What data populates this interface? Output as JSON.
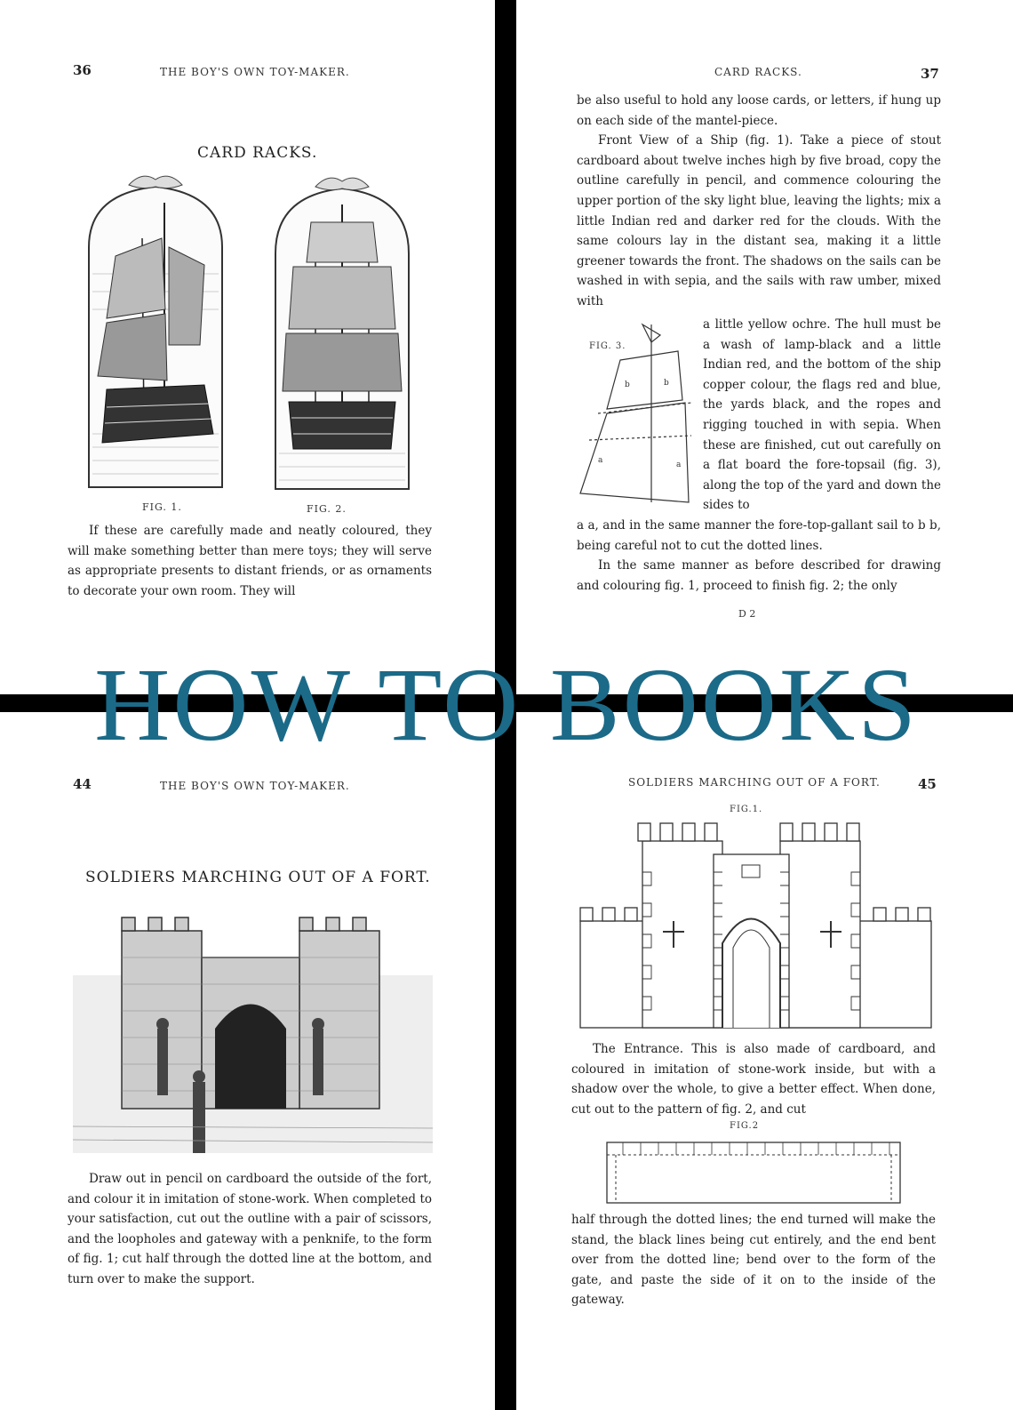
{
  "banner": {
    "title": "HOW TO BOOKS"
  },
  "pages": {
    "top_left": {
      "page_number": "36",
      "running_head": "THE BOY'S OWN TOY-MAKER.",
      "section_title": "CARD RACKS.",
      "fig1_caption": "FIG. 1.",
      "fig2_caption": "FIG. 2.",
      "body": "If these are carefully made and neatly coloured, they will make something better than mere toys; they will serve as appropriate presents to distant friends, or as ornaments to decorate your own room. They will"
    },
    "top_right": {
      "page_number": "37",
      "running_head": "CARD RACKS.",
      "body_top": "be also useful to hold any loose cards, or letters, if hung up on each side of the mantel-piece.",
      "body_para2": "Front View of a Ship (fig. 1). Take a piece of stout cardboard about twelve inches high by five broad, copy the outline carefully in pencil, and commence colouring the upper portion of the sky light blue, leaving the lights; mix a little Indian red and darker red for the clouds. With the same colours lay in the distant sea, making it a little greener towards the front. The shadows on the sails can be washed in with sepia, and the sails with raw umber, mixed with",
      "body_wrap": "a little yellow ochre. The hull must be a wash of lamp-black and a little Indian red, and the bottom of the ship copper colour, the flags red and blue, the yards black, and the ropes and rigging touched in with sepia. When these are finished, cut out carefully on a flat board the fore-topsail (fig. 3), along the top of the yard and down the sides to",
      "body_after": "a a, and in the same manner the fore-top-gallant sail to b b, being careful not to cut the dotted lines.",
      "body_last": "In the same manner as before described for drawing and colouring fig. 1, proceed to finish fig. 2; the only",
      "fig_label": "FIG. 3.",
      "signature": "D 2"
    },
    "bottom_left": {
      "page_number": "44",
      "running_head": "THE BOY'S OWN TOY-MAKER.",
      "section_title": "SOLDIERS MARCHING OUT OF A FORT.",
      "body": "Draw out in pencil on cardboard the outside of the fort, and colour it in imitation of stone-work. When completed to your satisfaction, cut out the outline with a pair of scissors, and the loopholes and gateway with a penknife, to the form of fig. 1; cut half through the dotted line at the bottom, and turn over to make the support."
    },
    "bottom_right": {
      "page_number": "45",
      "running_head": "SOLDIERS MARCHING OUT OF A FORT.",
      "fig1_label": "FIG.1.",
      "fig2_label": "FIG.2",
      "body_top": "The Entrance. This is also made of cardboard, and coloured in imitation of stone-work inside, but with a shadow over the whole, to give a better effect. When done, cut out to the pattern of fig. 2, and cut",
      "body_bottom": "half through the dotted lines; the end turned will make the stand, the black lines being cut entirely, and the end bent over from the dotted line; bend over to the form of the gate, and paste the side of it on to the inside of the gateway."
    }
  }
}
